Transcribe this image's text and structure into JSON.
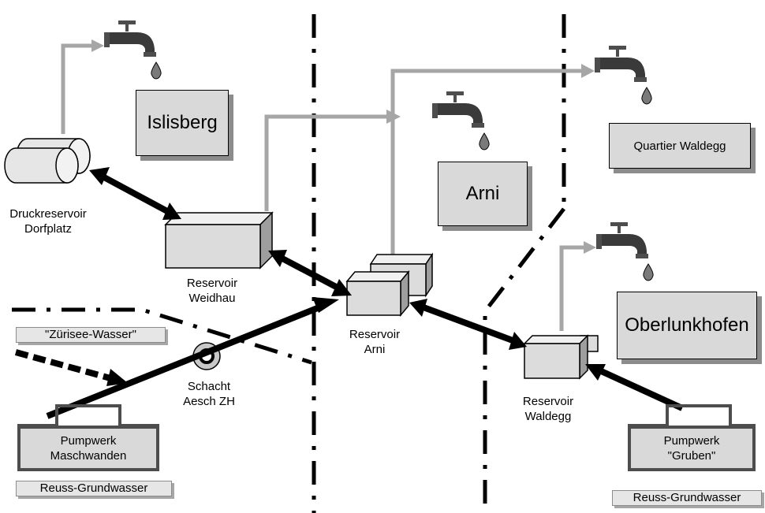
{
  "places": {
    "islisberg": "Islisberg",
    "arni": "Arni",
    "quartier_waldegg": "Quartier Waldegg",
    "oberlunkhofen": "Oberlunkhofen"
  },
  "nodes": {
    "druckreservoir_line1": "Druckreservoir",
    "druckreservoir_line2": "Dorfplatz",
    "weidhau_line1": "Reservoir",
    "weidhau_line2": "Weidhau",
    "arni_res_line1": "Reservoir",
    "arni_res_line2": "Arni",
    "waldegg_line1": "Reservoir",
    "waldegg_line2": "Waldegg",
    "schacht_line1": "Schacht",
    "schacht_line2": "Aesch ZH"
  },
  "pumps": {
    "maschwanden_line1": "Pumpwerk",
    "maschwanden_line2": "Maschwanden",
    "gruben_line1": "Pumpwerk",
    "gruben_line2": "\"Gruben\""
  },
  "sources": {
    "zuerisee": "\"Zürisee-Wasser\"",
    "reuss_left": "Reuss-Grundwasser",
    "reuss_right": "Reuss-Grundwasser"
  },
  "colors": {
    "box_fill": "#d9d9d9",
    "shadow": "#8c8c8c",
    "pipe_gray": "#a6a6a6",
    "arrow_black": "#000000"
  }
}
